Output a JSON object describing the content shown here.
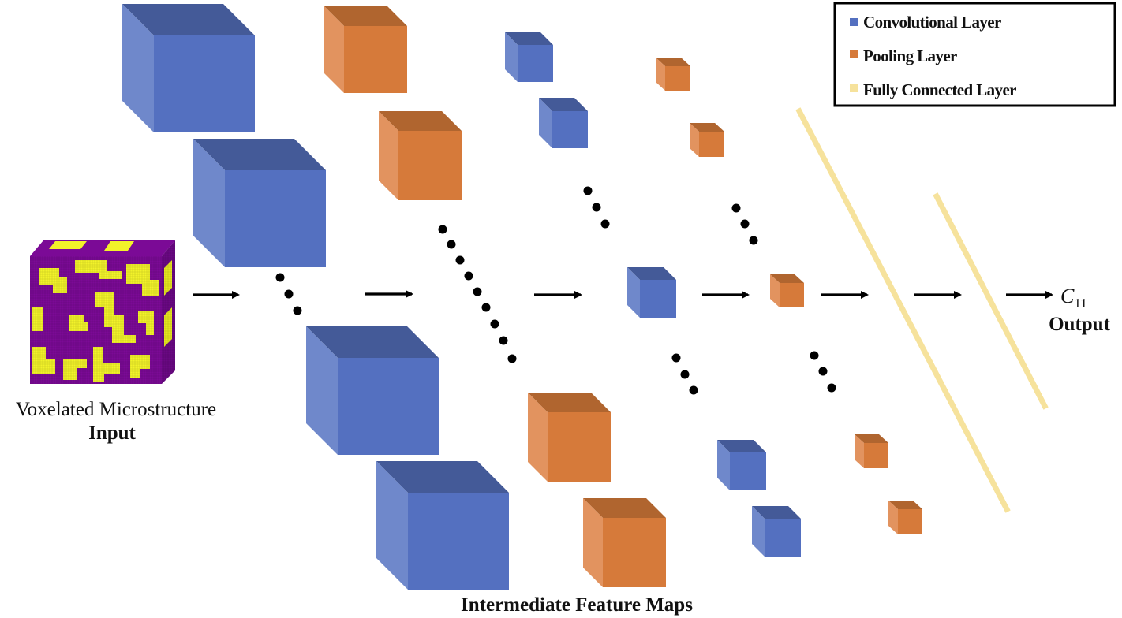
{
  "legend": {
    "items": [
      {
        "label": "Convolutional Layer",
        "color": "#5470c0",
        "icon": "blue-square-icon"
      },
      {
        "label": "Pooling Layer",
        "color": "#d67a3a",
        "icon": "orange-square-icon"
      },
      {
        "label": "Fully Connected Layer",
        "color": "#f6e29c",
        "icon": "yellow-square-icon"
      }
    ]
  },
  "input": {
    "caption": "Voxelated Microstructure",
    "label": "Input"
  },
  "output": {
    "symbol": "C",
    "subscript": "11",
    "label": "Output"
  },
  "feature_maps": {
    "label": "Intermediate Feature Maps"
  },
  "colors": {
    "conv_front": "#5470c0",
    "conv_top": "#445a98",
    "conv_side": "#6f88cb",
    "pool_front": "#d67a3a",
    "pool_top": "#b0652f",
    "pool_side": "#e2935f",
    "fc": "#f6e29c",
    "voxel_purple": "#7b0a96",
    "voxel_yellow": "#f2f22a"
  }
}
